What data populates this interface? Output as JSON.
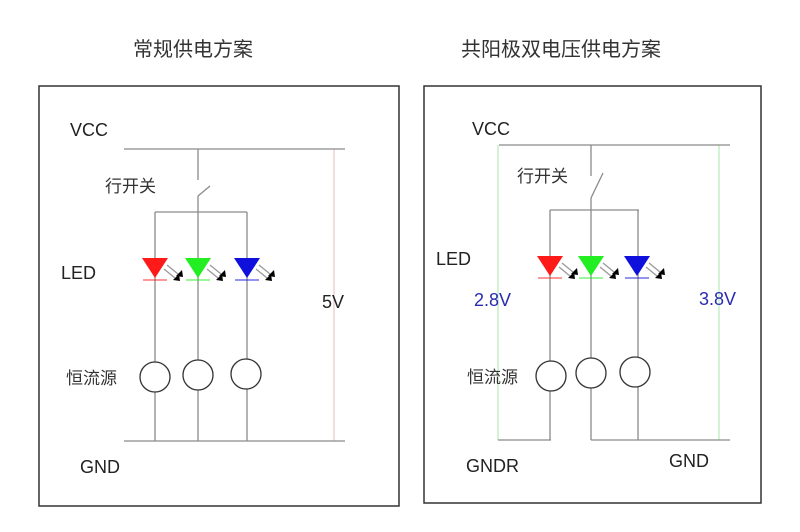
{
  "titles": {
    "left": "常规供电方案",
    "right": "共阳极双电压供电方案"
  },
  "colors": {
    "wire": "#8a8a8a",
    "frame": "#333333",
    "supply_5v_line": "#e8c8c8",
    "supply_dual_line": "#b8e8b8",
    "led_red": "#ff1a1a",
    "led_green": "#22ee22",
    "led_blue": "#1010dd",
    "voltage_text": "#2b2bb0"
  },
  "left_diagram": {
    "vcc_label": "VCC",
    "switch_label": "行开关",
    "led_label": "LED",
    "voltage_label": "5V",
    "current_source_label": "恒流源",
    "gnd_label": "GND",
    "leds": [
      "red",
      "green",
      "blue"
    ]
  },
  "right_diagram": {
    "vcc_label": "VCC",
    "switch_label": "行开关",
    "led_label": "LED",
    "voltage_left_label": "2.8V",
    "voltage_right_label": "3.8V",
    "current_source_label": "恒流源",
    "gndr_label": "GNDR",
    "gnd_label": "GND",
    "leds": [
      "red",
      "green",
      "blue"
    ]
  }
}
